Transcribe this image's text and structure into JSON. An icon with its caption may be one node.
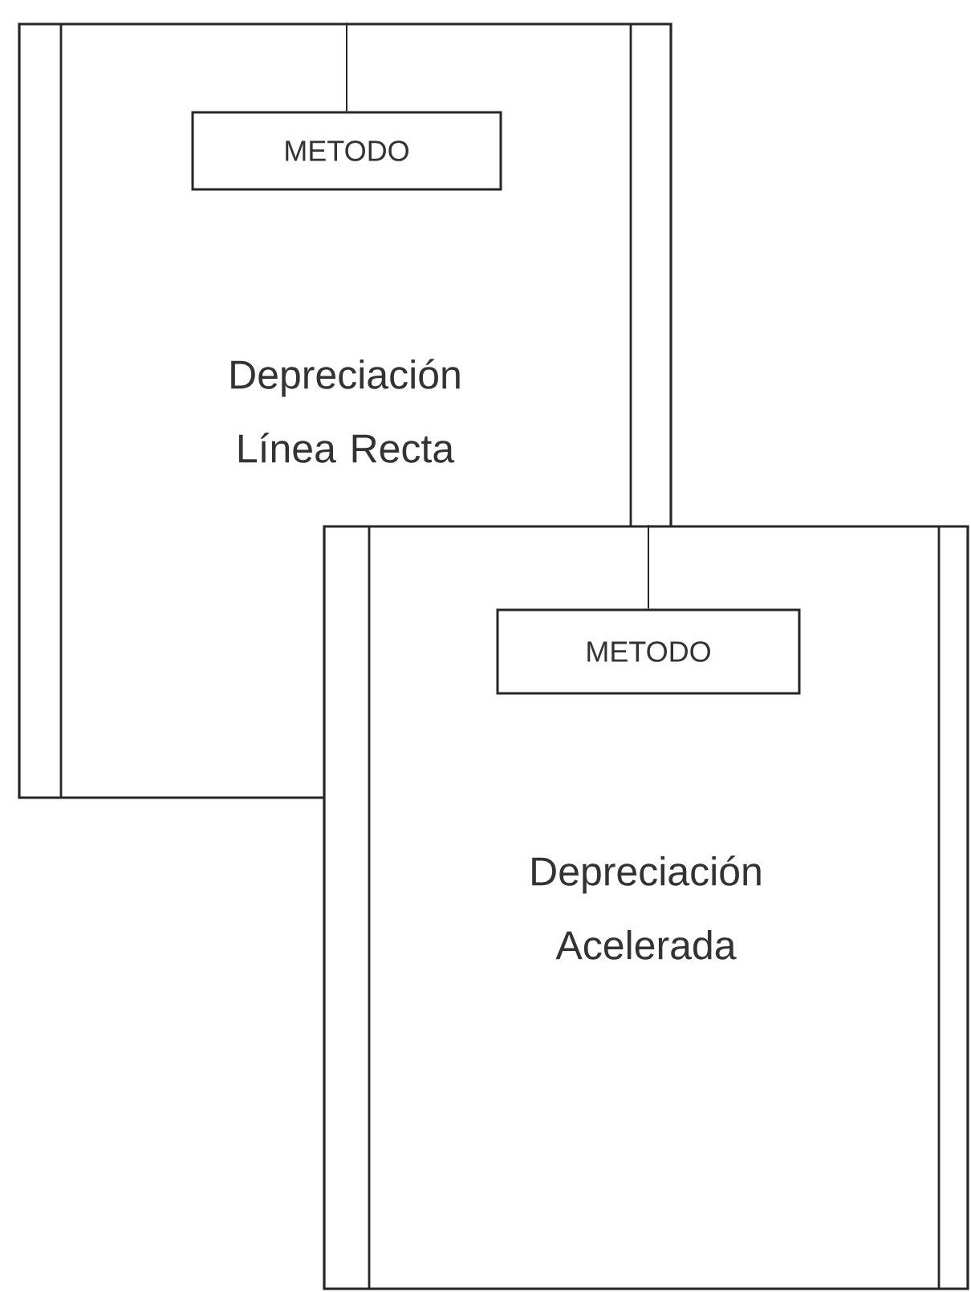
{
  "diagram": {
    "nodes": [
      {
        "text": [
          "Depreciación Línea Recta"
        ]
      },
      {
        "text": [
          "METODO"
        ],
        "in": 0
      },
      {
        "text": [
          "Depreciación Acelerada"
        ]
      },
      {
        "text": [
          "METODO"
        ],
        "in": 2
      }
    ],
    "edges": [
      {
        "from": 0,
        "to": 1,
        "arrow": "none"
      },
      {
        "from": 2,
        "to": 3,
        "arrow": "none"
      }
    ]
  }
}
